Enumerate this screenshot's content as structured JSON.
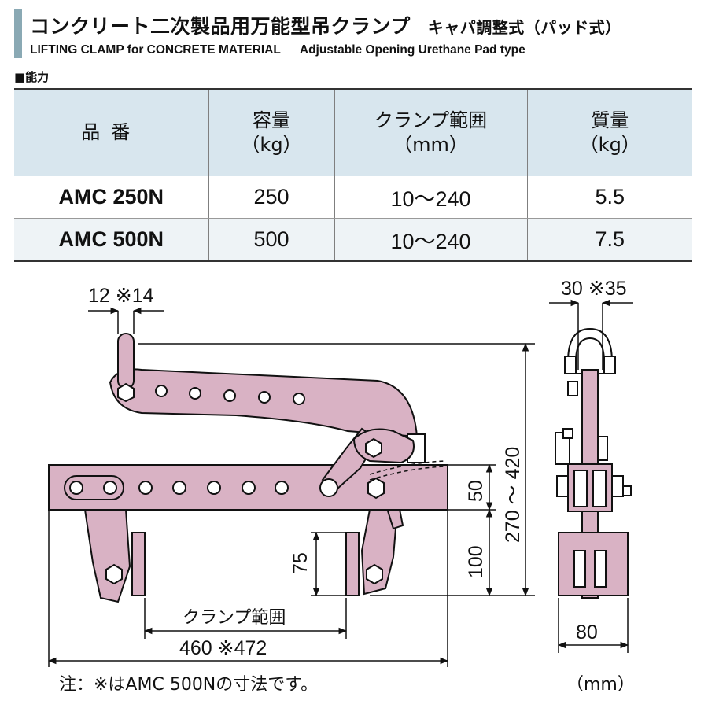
{
  "header": {
    "title_jp": "コンクリート二次製品用万能型吊クランプ",
    "title_sub_jp": "キャパ調整式（パッド式）",
    "title_en": "LIFTING CLAMP for CONCRETE MATERIAL",
    "title_en_sub": "Adjustable Opening Urethane Pad type",
    "section_label": "■能力"
  },
  "table": {
    "headers": {
      "model": "品番",
      "capacity": "容量",
      "capacity_unit": "（kg）",
      "range": "クランプ範囲",
      "range_unit": "（mm）",
      "weight": "質量",
      "weight_unit": "（kg）"
    },
    "rows": [
      {
        "model": "AMC 250N",
        "capacity": "250",
        "range": "10～240",
        "weight": "5.5"
      },
      {
        "model": "AMC 500N",
        "capacity": "500",
        "range": "10～240",
        "weight": "7.5"
      }
    ]
  },
  "drawing": {
    "dim_top_left": "12 ※14",
    "dim_top_right": "30 ※35",
    "dim_height": "270 ～ 420",
    "dim_50": "50",
    "dim_100": "100",
    "dim_75": "75",
    "dim_clamp_range": "クランプ範囲",
    "dim_length": "460 ※472",
    "dim_width": "80"
  },
  "footer": {
    "note": "注：※はAMC 500Nの寸法です。",
    "unit": "（mm）"
  },
  "colors": {
    "accent": "#8aa9b4",
    "header_bg": "#d8e6ee",
    "part_fill": "#d9b2c4"
  }
}
